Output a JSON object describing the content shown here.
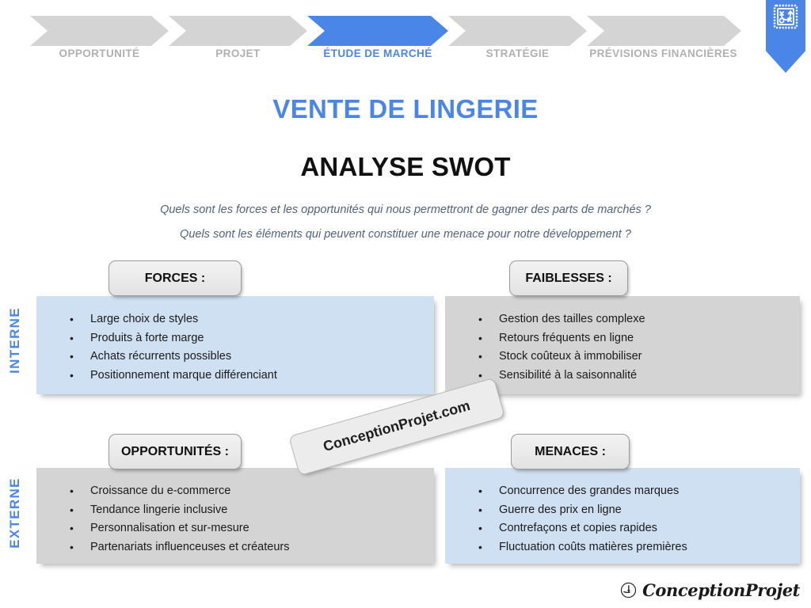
{
  "colors": {
    "accent_blue": "#4a86e8",
    "panel_blue": "#cfe0f2",
    "panel_grey": "#d4d4d4",
    "chevron_inactive": "#d4d4d4",
    "chevron_label_inactive": "#b0b0b0",
    "question_text": "#50627a"
  },
  "process_bar": {
    "steps": [
      {
        "label": "OPPORTUNITÉ",
        "active": false
      },
      {
        "label": "PROJET",
        "active": false
      },
      {
        "label": "ÉTUDE DE MARCHÉ",
        "active": true
      },
      {
        "label": "STRATÉGIE",
        "active": false
      },
      {
        "label": "PRÉVISIONS FINANCIÈRES",
        "active": false
      }
    ],
    "marker_icon": "strategy-board-icon"
  },
  "header": {
    "title": "VENTE DE LINGERIE",
    "subtitle": "ANALYSE SWOT",
    "questions": [
      "Quels sont les forces et les opportunités qui nous permettront de gagner des parts de marchés ?",
      "Quels sont les éléments qui peuvent constituer une menace pour notre développement ?"
    ]
  },
  "axes": {
    "internal": "INTERNE",
    "external": "EXTERNE"
  },
  "swot": {
    "forces": {
      "title": "FORCES :",
      "tone": "blue",
      "items": [
        "Large choix de styles",
        "Produits à forte marge",
        "Achats récurrents possibles",
        "Positionnement marque différenciant"
      ]
    },
    "faiblesses": {
      "title": "FAIBLESSES :",
      "tone": "grey",
      "items": [
        "Gestion des tailles complexe",
        "Retours fréquents en ligne",
        "Stock coûteux à immobiliser",
        "Sensibilité à la saisonnalité"
      ]
    },
    "opportunites": {
      "title": "OPPORTUNITÉS :",
      "tone": "grey",
      "items": [
        "Croissance du e-commerce",
        "Tendance lingerie inclusive",
        "Personnalisation et sur-mesure",
        "Partenariats influenceuses et créateurs"
      ]
    },
    "menaces": {
      "title": "MENACES :",
      "tone": "blue",
      "items": [
        "Concurrence des grandes marques",
        "Guerre des prix en ligne",
        "Contrefaçons et copies rapides",
        "Fluctuation coûts matières premières"
      ]
    }
  },
  "bullet": "•",
  "watermark": {
    "text": "ConceptionProjet.com"
  },
  "footer": {
    "brand_name": "ConceptionProjet",
    "brand_icon": "conception-projet-logo-icon"
  }
}
